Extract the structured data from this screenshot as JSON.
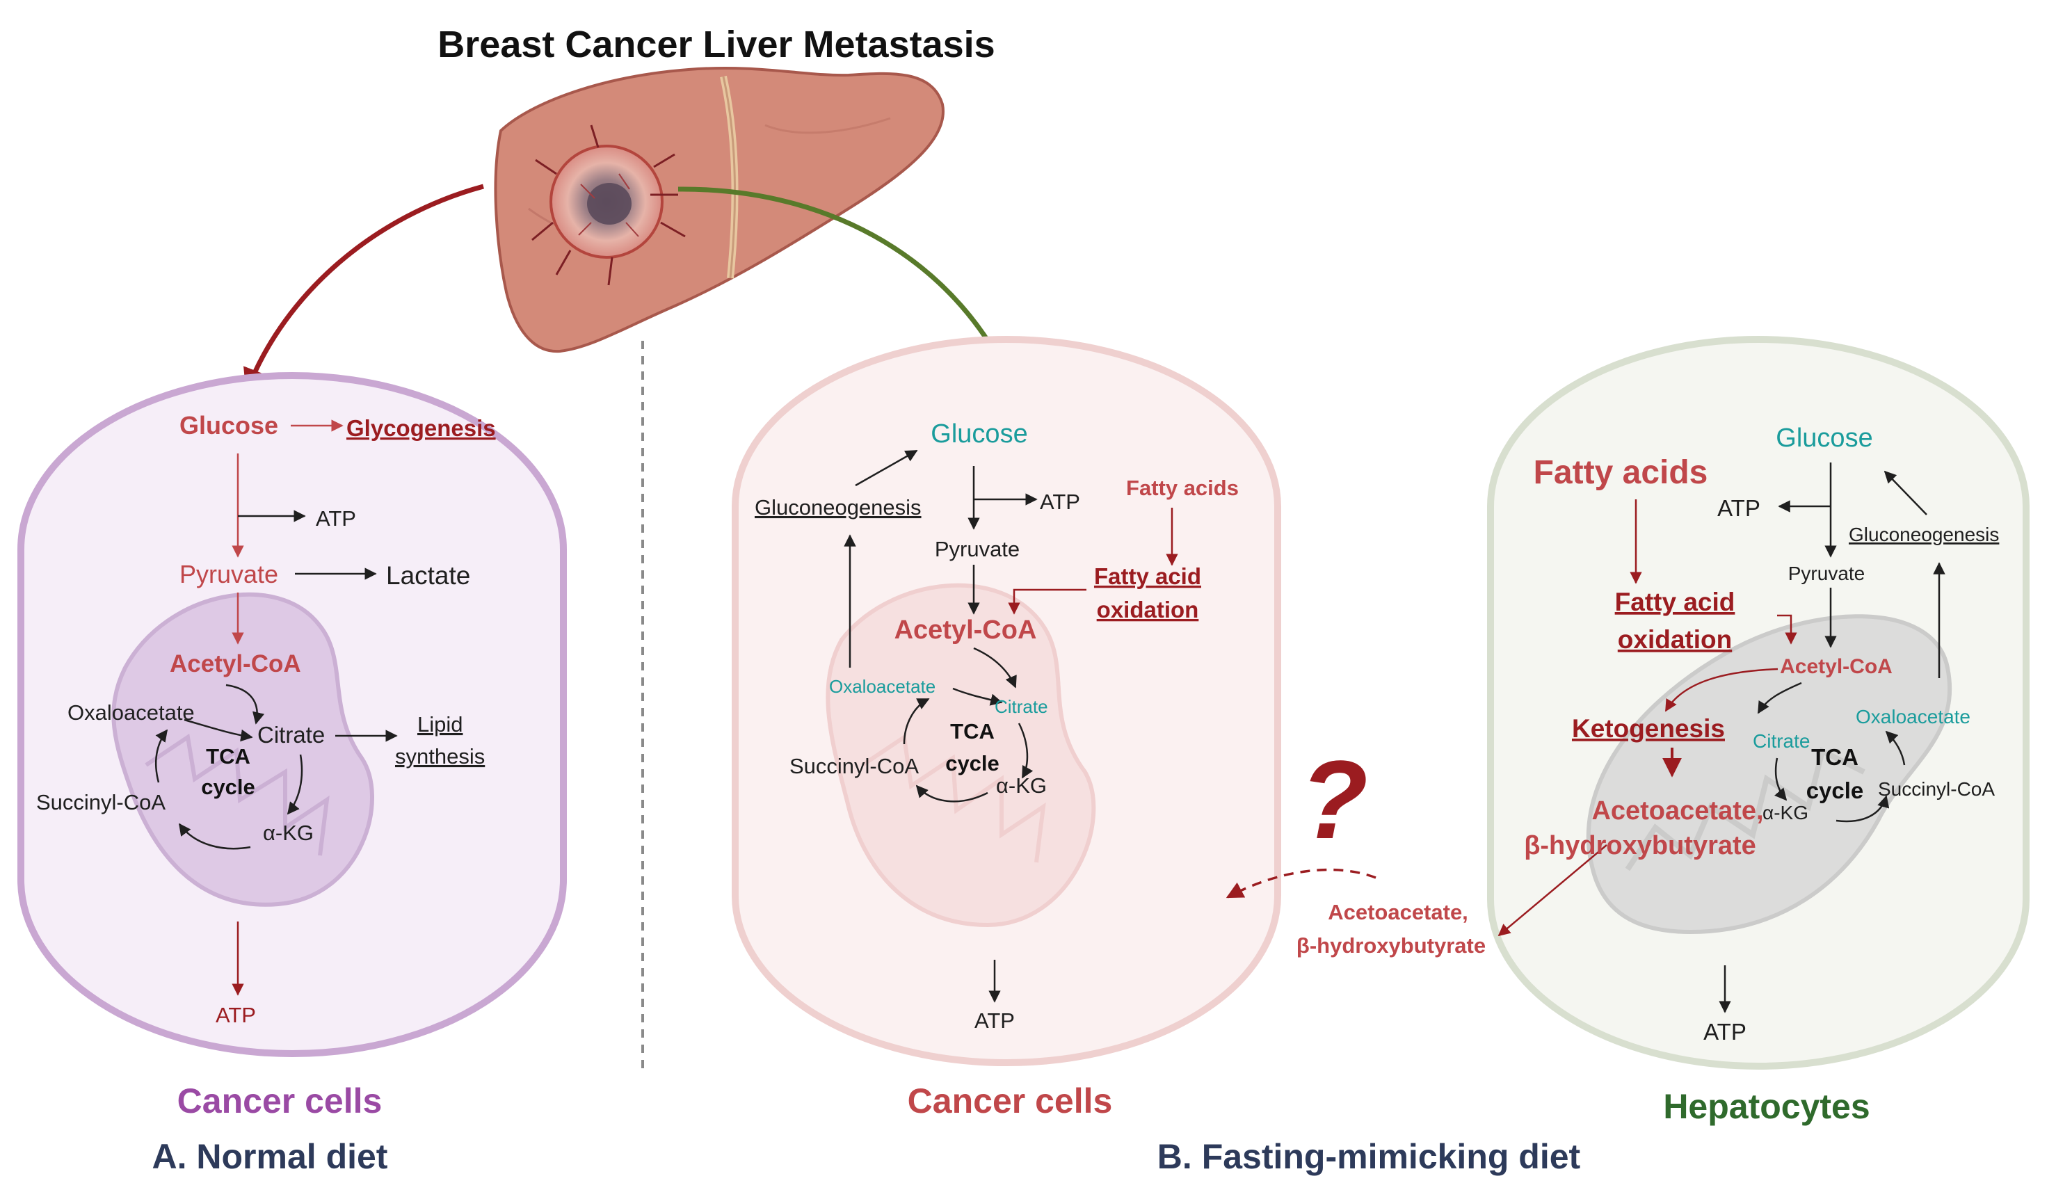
{
  "title": "Breast Cancer Liver Metastasis",
  "colors": {
    "red": "#c0474a",
    "dark_red": "#9b1c20",
    "teal": "#1a9c9c",
    "purple": "#9a4aa4",
    "green": "#2f6a2c",
    "navy": "#2d3a5a",
    "arrow_green": "#587a2a",
    "arrow_red": "#9b1c20"
  },
  "panel_a": {
    "cell_label": "Cancer cells",
    "section_label": "A. Normal diet",
    "glucose": "Glucose",
    "glycogenesis": "Glycogenesis",
    "atp_top": "ATP",
    "pyruvate": "Pyruvate",
    "lactate": "Lactate",
    "acetyl_coa": "Acetyl-CoA",
    "oxaloacetate": "Oxaloacetate",
    "citrate": "Citrate",
    "lipid_1": "Lipid",
    "lipid_2": "synthesis",
    "tca_1": "TCA",
    "tca_2": "cycle",
    "succinyl": "Succinyl-CoA",
    "akg": "α-KG",
    "atp_bottom": "ATP"
  },
  "panel_b_cancer": {
    "cell_label": "Cancer cells",
    "section_label": "B. Fasting-mimicking diet",
    "glucose": "Glucose",
    "gluconeogenesis": "Gluconeogenesis",
    "atp_top": "ATP",
    "pyruvate": "Pyruvate",
    "fatty_acids": "Fatty acids",
    "fao_1": "Fatty acid",
    "fao_2": "oxidation",
    "acetyl_coa": "Acetyl-CoA",
    "oxaloacetate": "Oxaloacetate",
    "citrate": "Citrate",
    "tca_1": "TCA",
    "tca_2": "cycle",
    "succinyl": "Succinyl-CoA",
    "akg": "α-KG",
    "atp_bottom": "ATP"
  },
  "middle": {
    "question": "?",
    "ketone_1": "Acetoacetate,",
    "ketone_2": "β-hydroxybutyrate"
  },
  "panel_b_hepatocyte": {
    "cell_label": "Hepatocytes",
    "fatty_acids": "Fatty acids",
    "glucose": "Glucose",
    "atp_top": "ATP",
    "gluconeogenesis": "Gluconeogenesis",
    "pyruvate": "Pyruvate",
    "fao_1": "Fatty acid",
    "fao_2": "oxidation",
    "acetyl_coa": "Acetyl-CoA",
    "ketogenesis": "Ketogenesis",
    "citrate": "Citrate",
    "oxaloacetate": "Oxaloacetate",
    "tca_1": "TCA",
    "tca_2": "cycle",
    "akg": "α-KG",
    "succinyl": "Succinyl-CoA",
    "ketone_1": "Acetoacetate,",
    "ketone_2": "β-hydroxybutyrate",
    "atp_bottom": "ATP"
  }
}
